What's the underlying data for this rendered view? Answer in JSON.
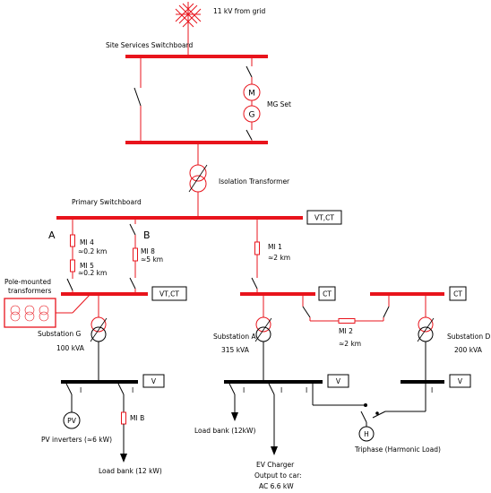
{
  "grid": {
    "label": "11 kV from grid"
  },
  "site_switchboard": {
    "label": "Site Services Switchboard"
  },
  "mg_set": {
    "label": "MG Set",
    "motor_letter": "M",
    "generator_letter": "G"
  },
  "isolation_transformer": {
    "label": "Isolation Transformer"
  },
  "primary_switchboard": {
    "label": "Primary Switchboard",
    "box": "VT,CT"
  },
  "feeders": {
    "a_label": "A",
    "b_label": "B",
    "mi4_name": "MI 4",
    "mi4_dist": "≈0.2 km",
    "mi5_name": "MI 5",
    "mi5_dist": "≈0.2 km",
    "mi8_name": "MI 8",
    "mi8_dist": "≈5 km",
    "mi1_name": "MI 1",
    "mi1_dist": "≈2 km",
    "mi2_name": "MI 2",
    "mi2_dist": "≈2 km"
  },
  "pole_transformers": {
    "line1": "Pole-mounted",
    "line2": "transformers"
  },
  "substation_g": {
    "name": "Substation G",
    "rating": "100 kVA",
    "mv_box": "VT,CT",
    "lv_box": "V",
    "i1": "I",
    "i2": "I"
  },
  "substation_a": {
    "name": "Substation A",
    "rating": "315 kVA",
    "mv_box": "CT",
    "lv_box": "V",
    "i1": "I",
    "i2": "I",
    "i3": "I"
  },
  "substation_d": {
    "name": "Substation D",
    "rating": "200 kVA",
    "mv_box": "CT",
    "lv_box": "V",
    "i1": "I"
  },
  "loads": {
    "pv_symbol": "PV",
    "pv_label": "PV inverters (≈6 kW)",
    "mib_label": "MI B",
    "load_bank_g": "Load bank (12 kW)",
    "load_bank_a": "Load bank (12kW)",
    "ev_line1": "EV Charger",
    "ev_line2": "Output to car:",
    "ev_line3": "AC 6.6 kW",
    "harmonic_symbol": "H",
    "harmonic_label": "Triphase (Harmonic Load)"
  }
}
